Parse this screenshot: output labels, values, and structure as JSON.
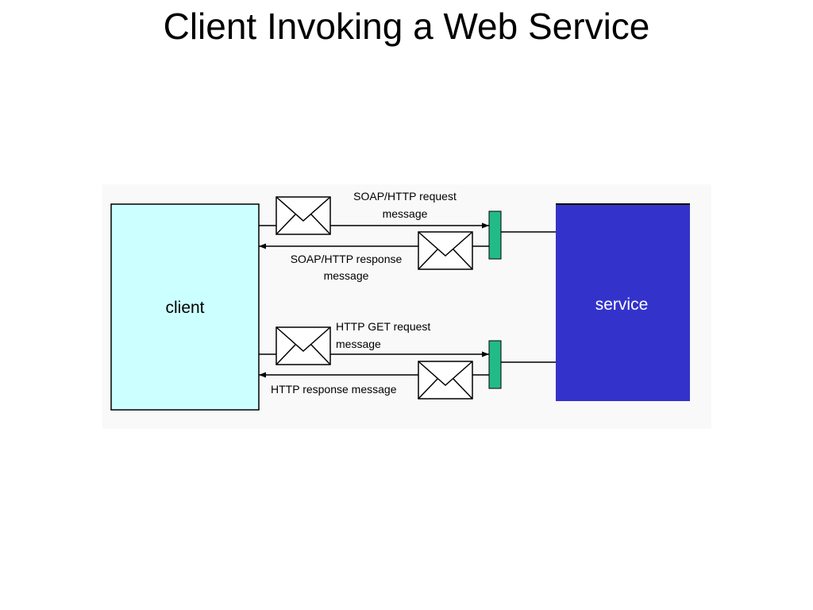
{
  "title": "Client Invoking a Web Service",
  "diagram": {
    "client_label": "client",
    "service_label": "service",
    "soap_request_line1": "SOAP/HTTP request",
    "soap_request_line2": "message",
    "soap_response_line1": "SOAP/HTTP response",
    "soap_response_line2": "message",
    "get_request_line1": "HTTP GET request",
    "get_request_line2": "message",
    "http_response": "HTTP response message"
  },
  "colors": {
    "client_fill": "#ccffff",
    "service_fill": "#3333cc",
    "port_fill": "#22bb88",
    "background": "#f9f9f9"
  },
  "icons": [
    "envelope-icon"
  ]
}
